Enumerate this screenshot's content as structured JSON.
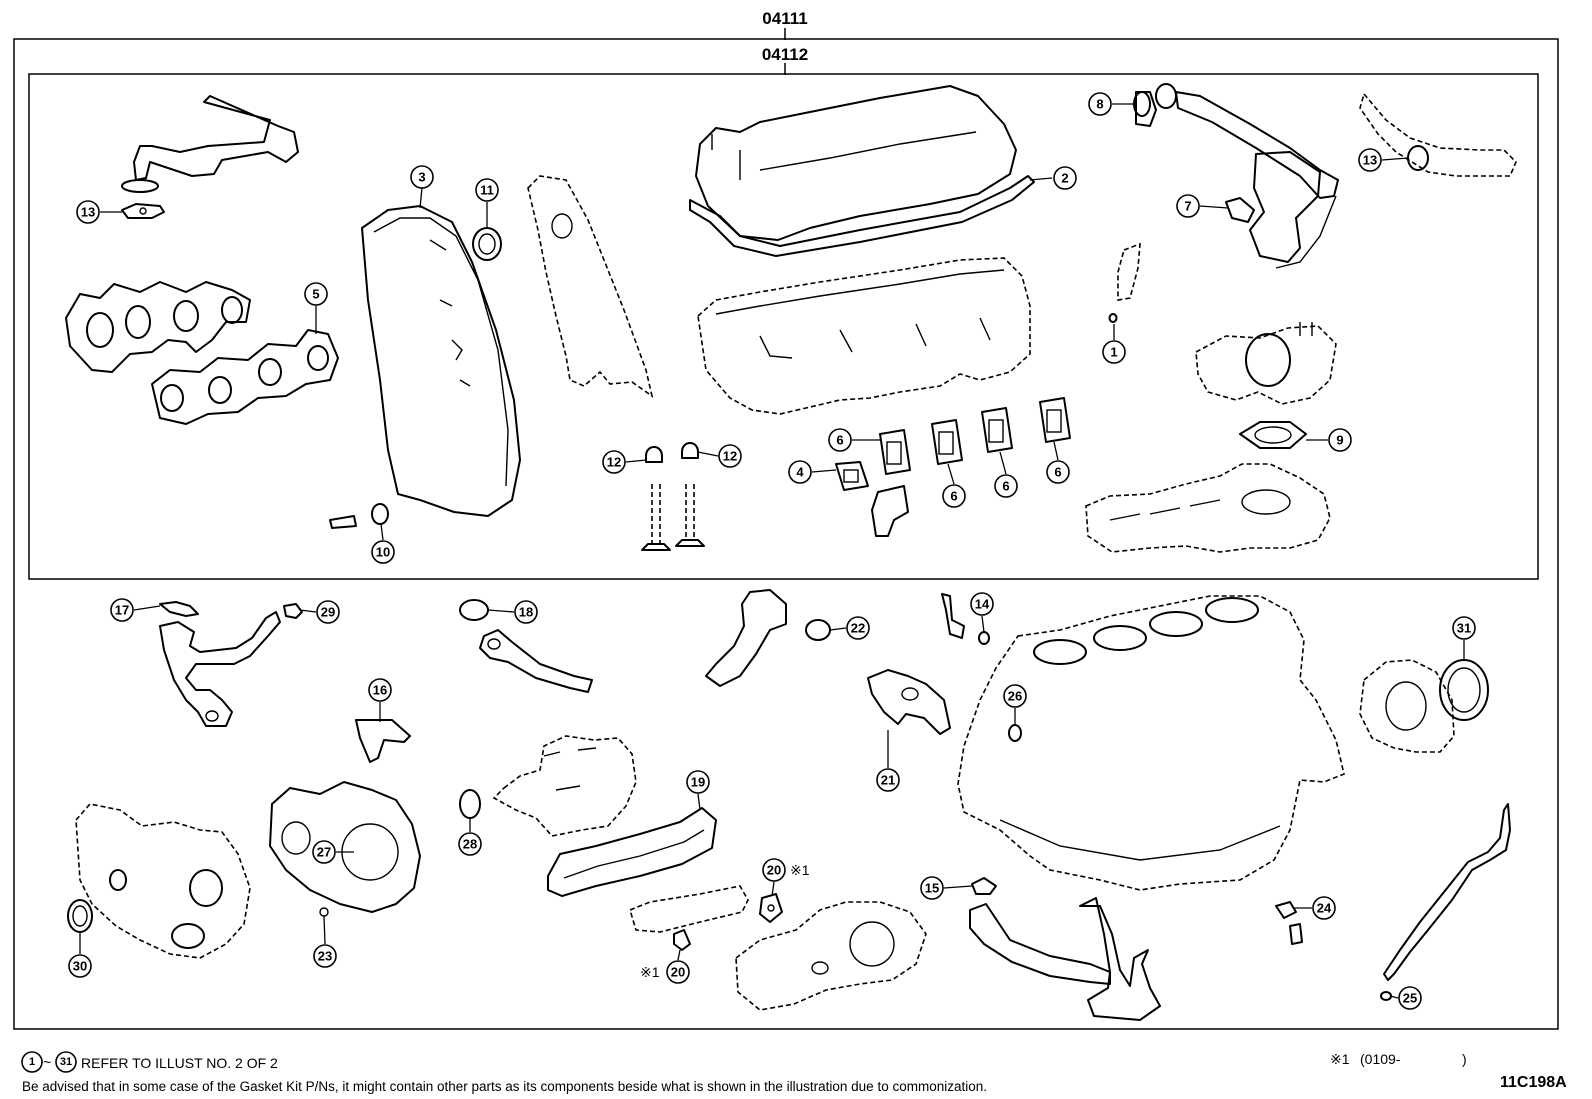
{
  "kit_numbers": {
    "outer": "04111",
    "inner": "04112"
  },
  "callouts": [
    {
      "id": "c1",
      "label": "1"
    },
    {
      "id": "c2",
      "label": "2"
    },
    {
      "id": "c3",
      "label": "3"
    },
    {
      "id": "c4",
      "label": "4"
    },
    {
      "id": "c5",
      "label": "5"
    },
    {
      "id": "c6a",
      "label": "6"
    },
    {
      "id": "c6b",
      "label": "6"
    },
    {
      "id": "c6c",
      "label": "6"
    },
    {
      "id": "c6d",
      "label": "6"
    },
    {
      "id": "c7",
      "label": "7"
    },
    {
      "id": "c8",
      "label": "8"
    },
    {
      "id": "c9",
      "label": "9"
    },
    {
      "id": "c10",
      "label": "10"
    },
    {
      "id": "c11",
      "label": "11"
    },
    {
      "id": "c12a",
      "label": "12"
    },
    {
      "id": "c12b",
      "label": "12"
    },
    {
      "id": "c13a",
      "label": "13"
    },
    {
      "id": "c13b",
      "label": "13"
    },
    {
      "id": "c14",
      "label": "14"
    },
    {
      "id": "c15",
      "label": "15"
    },
    {
      "id": "c16",
      "label": "16"
    },
    {
      "id": "c17",
      "label": "17"
    },
    {
      "id": "c18",
      "label": "18"
    },
    {
      "id": "c19",
      "label": "19"
    },
    {
      "id": "c20a",
      "label": "20"
    },
    {
      "id": "c20b",
      "label": "20"
    },
    {
      "id": "c21",
      "label": "21"
    },
    {
      "id": "c22",
      "label": "22"
    },
    {
      "id": "c23",
      "label": "23"
    },
    {
      "id": "c24",
      "label": "24"
    },
    {
      "id": "c25",
      "label": "25"
    },
    {
      "id": "c26",
      "label": "26"
    },
    {
      "id": "c27",
      "label": "27"
    },
    {
      "id": "c28",
      "label": "28"
    },
    {
      "id": "c29",
      "label": "29"
    },
    {
      "id": "c30",
      "label": "30"
    },
    {
      "id": "c31",
      "label": "31"
    }
  ],
  "marks": {
    "note1_mark_a": "※1",
    "note1_mark_b": "※1"
  },
  "footer": {
    "range_start": "1",
    "range_end": "31",
    "range_text": "REFER TO ILLUST NO. 2 OF 2",
    "disclaimer": "Be advised that in some case of the Gasket Kit P/Ns,  it might contain other parts as its components beside what is shown in the illustration due to commonization.",
    "note_mark": "※1",
    "note_text": "(0109-",
    "note_close": ")",
    "illustration_code": "11C198A"
  }
}
